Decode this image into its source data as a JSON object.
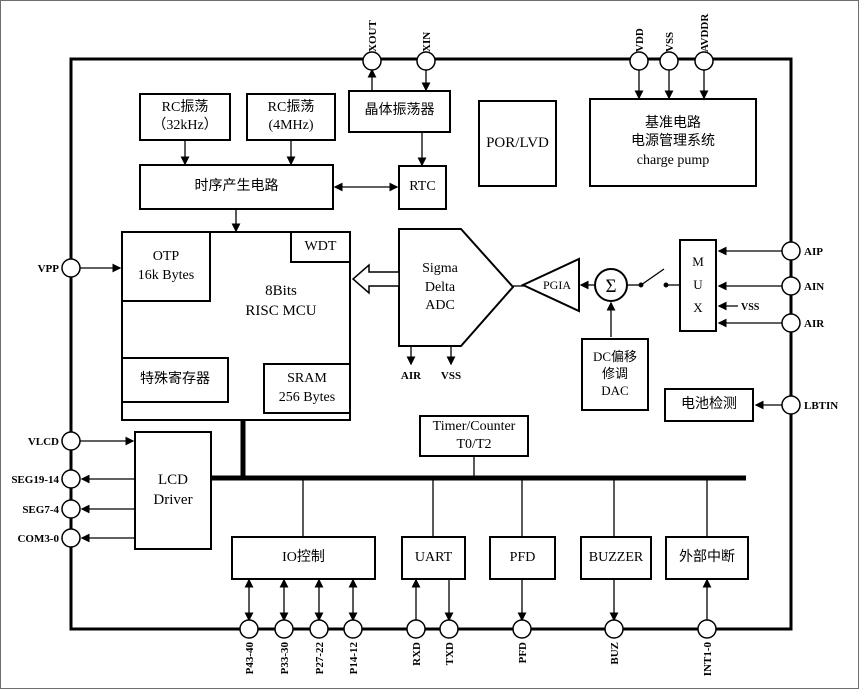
{
  "diagram": {
    "blocks": {
      "rc32": "RC振荡\n（32kHz）",
      "rc4": "RC振荡\n(4MHz)",
      "crystal": "晶体振荡器",
      "por_lvd": "POR/LVD",
      "power": "基准电路\n电源管理系统\ncharge pump",
      "timing": "时序产生电路",
      "rtc": "RTC",
      "mcu": "8Bits\nRISC  MCU",
      "otp": "OTP\n16k Bytes",
      "wdt": "WDT",
      "sfr": "特殊寄存器",
      "sram": "SRAM\n256 Bytes",
      "adc": "Sigma\nDelta\nADC",
      "pgia": "PGIA",
      "sigma": "Σ",
      "mux": "M\nU\nX",
      "dac": "DC偏移\n修调\nDAC",
      "battery": "电池检测",
      "timer": "Timer/Counter\nT0/T2",
      "lcd": "LCD\nDriver",
      "io": "IO控制",
      "uart": "UART",
      "pfd": "PFD",
      "buzzer": "BUZZER",
      "ext_int": "外部中断"
    },
    "pins": {
      "top": [
        "XOUT",
        "XIN",
        "VDD",
        "VSS",
        "AVDDR"
      ],
      "left": [
        "VPP",
        "VLCD",
        "SEG19-14",
        "SEG7-4",
        "COM3-0"
      ],
      "right": [
        "AIP",
        "AIN",
        "AIR",
        "LBTIN"
      ],
      "bottom": [
        "P43-40",
        "P33-30",
        "P27-22",
        "P14-12",
        "RXD",
        "TXD",
        "PFD",
        "BUZ",
        "INT1-0"
      ]
    },
    "labels": {
      "adc_air": "AIR",
      "adc_vss": "VSS",
      "mux_vss": "VSS"
    },
    "colors": {
      "line": "#000000",
      "background": "#ffffff"
    }
  }
}
